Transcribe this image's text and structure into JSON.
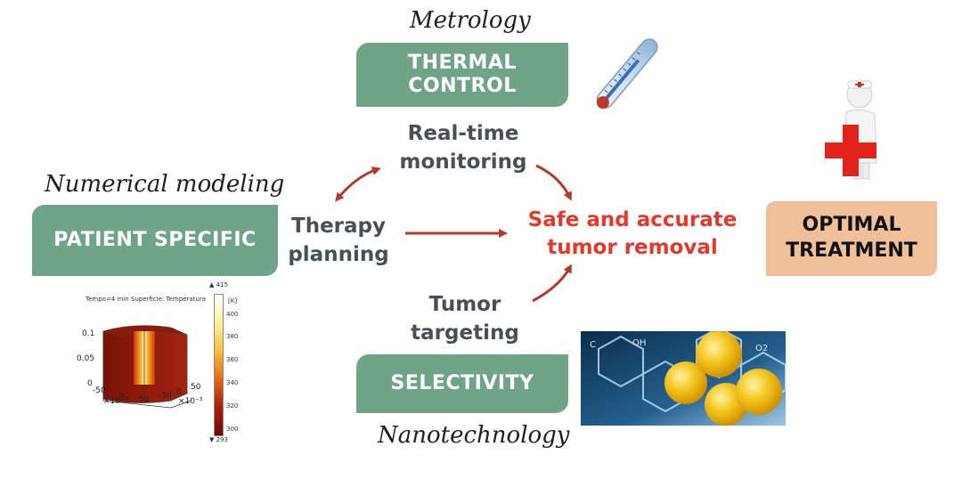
{
  "metrology": {
    "label": "Metrology"
  },
  "thermal_control": {
    "line1": "THERMAL",
    "line2": "CONTROL"
  },
  "realtime": {
    "text": "Real-time\nmonitoring"
  },
  "numerical_modeling": {
    "label": "Numerical modeling"
  },
  "patient_specific": {
    "text": "PATIENT SPECIFIC"
  },
  "therapy_planning": {
    "text": "Therapy\nplanning"
  },
  "outcome": {
    "text": "Safe and accurate\ntumor removal"
  },
  "optimal_treatment": {
    "text": "OPTIMAL\nTREATMENT"
  },
  "tumor_targeting": {
    "text": "Tumor\ntargeting"
  },
  "selectivity": {
    "text": "SELECTIVITY"
  },
  "nanotechnology": {
    "label": "Nanotechnology"
  },
  "simulation_plot": {
    "header": "Tempo=4 min   Superficie: Temperatura",
    "max_label": "▲ 415",
    "min_label": "▼ 293",
    "unit": "[K]",
    "colorbar_ticks": [
      "400",
      "380",
      "360",
      "340",
      "320",
      "300"
    ],
    "z_ticks": [
      "0.1",
      "0.05",
      "0"
    ],
    "x_ticks": [
      "-50",
      "0",
      "50"
    ],
    "y_ticks": [
      "-50",
      "0",
      "50"
    ],
    "x_exp": "×10⁻³",
    "y_exp": "×10⁻³"
  },
  "nano_image": {
    "labels": [
      "C",
      "OH",
      "O2"
    ]
  },
  "colors": {
    "green": "#6fa489",
    "peach": "#efc09a",
    "red_text": "#e4382a",
    "arrow": "#b5392b",
    "dark_text": "#4a4f57"
  }
}
